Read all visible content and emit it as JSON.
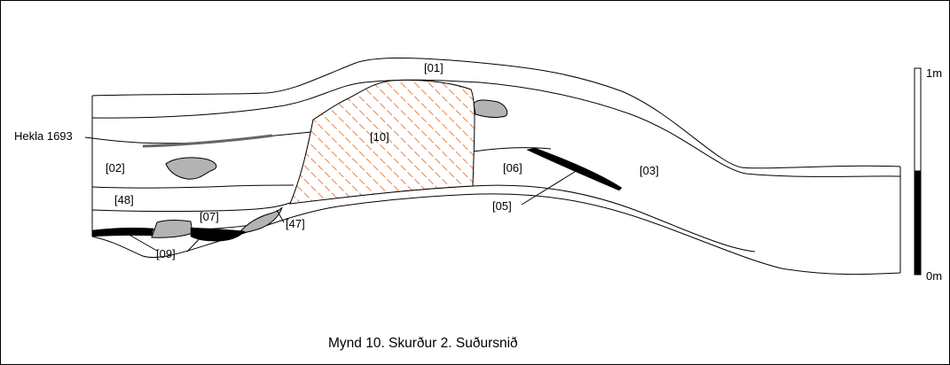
{
  "caption": "Mynd 10.  Skurður 2.  Suðursnið",
  "layers": {
    "l01": "[01]",
    "l02": "[02]",
    "l03": "[03]",
    "l05": "[05]",
    "l06": "[06]",
    "l07": "[07]",
    "l09": "[09]",
    "l10": "[10]",
    "l47": "[47]",
    "l48": "[48]"
  },
  "tephra_label": "Hekla 1693",
  "scale": {
    "top": "1m",
    "bottom": "0m"
  },
  "colors": {
    "line": "#000000",
    "stone": "#b3b3b3",
    "hatch": "#e8824a",
    "tephra": "#666666"
  }
}
